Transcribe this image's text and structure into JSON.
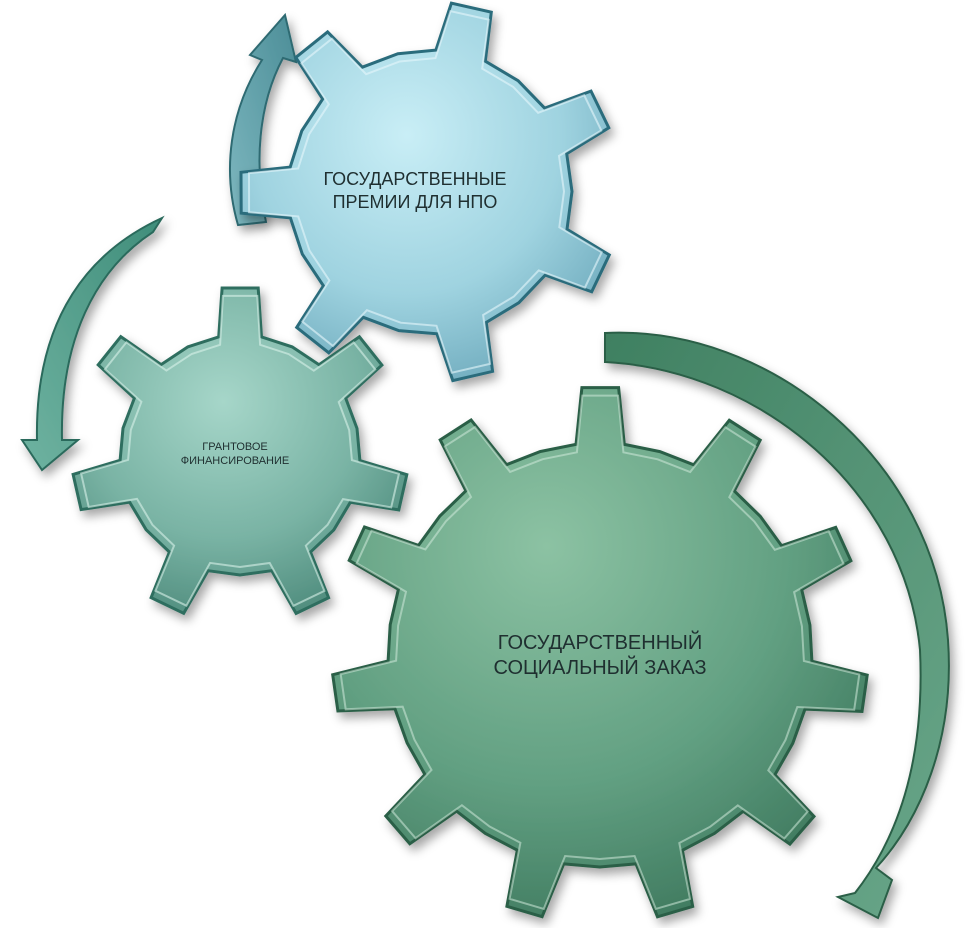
{
  "gears": [
    {
      "id": "top",
      "lines": [
        "ГОСУДАРСТВЕННЫЕ",
        "ПРЕМИИ ДЛЯ НПО"
      ],
      "teeth": 7,
      "color": "#8cc6d6"
    },
    {
      "id": "left",
      "lines": [
        "ГРАНТОВОЕ",
        "ФИНАНСИРОВАНИЕ"
      ],
      "teeth": 7,
      "color": "#6fae9f"
    },
    {
      "id": "big",
      "lines": [
        "ГОСУДАРСТВЕННЫЙ",
        "СОЦИАЛЬНЫЙ ЗАКАЗ"
      ],
      "teeth": 11,
      "color": "#5c9a7c"
    }
  ],
  "arrows": [
    {
      "id": "arrow-top",
      "color": "#5f9ea6"
    },
    {
      "id": "arrow-left",
      "color": "#4f9a88"
    },
    {
      "id": "arrow-right",
      "color": "#4f8f72"
    }
  ]
}
